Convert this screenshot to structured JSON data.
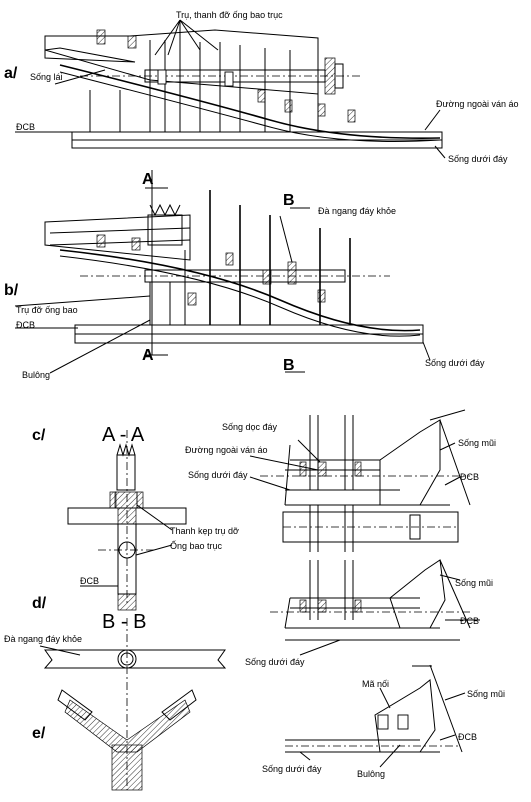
{
  "panels": {
    "a": "a/",
    "b": "b/",
    "c": "c/",
    "d": "d/",
    "e": "e/"
  },
  "labels": {
    "tru_thanh_do": "Trụ, thanh đỡ ống bao trục",
    "song_lai": "Sống lái",
    "duong_ngoai_van_ao": "Đường ngoài ván áo",
    "dcb": "ĐCB",
    "song_duoi_day": "Sống dưới đáy",
    "da_ngang_day_khoe": "Đà ngang đáy khỏe",
    "tru_do_ong_bao": "Trụ đỡ ống bao",
    "bulong": "Bulông",
    "song_doc_day": "Sống dọc đáy",
    "song_mui": "Sống mũi",
    "thanh_kep": "Thanh kẹp trụ dỡ",
    "ong_bao_truc": "Ống bao trục",
    "ma_noi": "Mã nối",
    "section_A": "A",
    "section_B": "B",
    "section_AA": "A - A",
    "section_BB": "B - B"
  }
}
